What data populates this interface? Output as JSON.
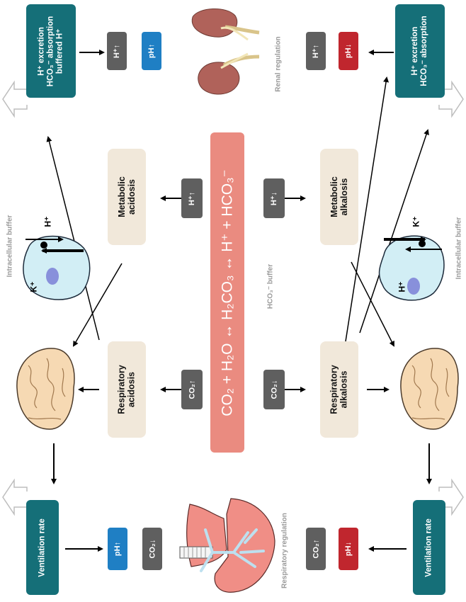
{
  "equation": "CO₂ + H₂O ↔ H₂CO₃ ↔ H⁺ + HCO₃⁻",
  "labels": {
    "hco3_buffer": "HCO₃⁻ buffer",
    "renal_regulation": "Renal regulation",
    "respiratory_regulation": "Respiratory regulation",
    "intracellular_buffer_left": "Intracellular buffer",
    "intracellular_buffer_right": "Intracellular buffer"
  },
  "conditions": {
    "metabolic_acidosis": "Metabolic\nacidosis",
    "respiratory_acidosis": "Respiratory\nacidosis",
    "metabolic_alkalosis": "Metabolic\nalkalosis",
    "respiratory_alkalosis": "Respiratory\nalkalosis"
  },
  "boxes": {
    "renal_left": "H⁺ excretion\nHCO₃⁻ absorption\nbuffered H⁺",
    "renal_right": "H⁺ excretion\nHCO₃⁻ absorption",
    "ventilation_left": "Ventilation rate",
    "ventilation_right": "Ventilation rate"
  },
  "pills": {
    "h_up_top_left": "H⁺↑",
    "ph_up_top_left": "pH↑",
    "h_up_top_right": "H⁺↑",
    "ph_down_top_right": "pH↓",
    "h_up_metabolic_acidosis": "H⁺↑",
    "h_down_metabolic_alkalosis": "H⁺↓",
    "co2_up_respiratory_acidosis": "CO₂↑",
    "co2_down_respiratory_alkalosis": "CO₂↓",
    "ph_up_bottom_left": "pH↑",
    "co2_down_bottom_left": "CO₂↓",
    "co2_up_bottom_right": "CO₂↑",
    "ph_down_bottom_right": "pH↓"
  },
  "ions": {
    "k_left": "K⁺",
    "h_left": "H⁺",
    "k_right": "K⁺",
    "h_right": "H⁺"
  },
  "colors": {
    "teal": "#156f78",
    "salmon": "#ea8b80",
    "beige": "#f1e8da",
    "gray_pill": "#5f5f5f",
    "blue_pill": "#1f7fc4",
    "red_pill": "#c0262e"
  }
}
